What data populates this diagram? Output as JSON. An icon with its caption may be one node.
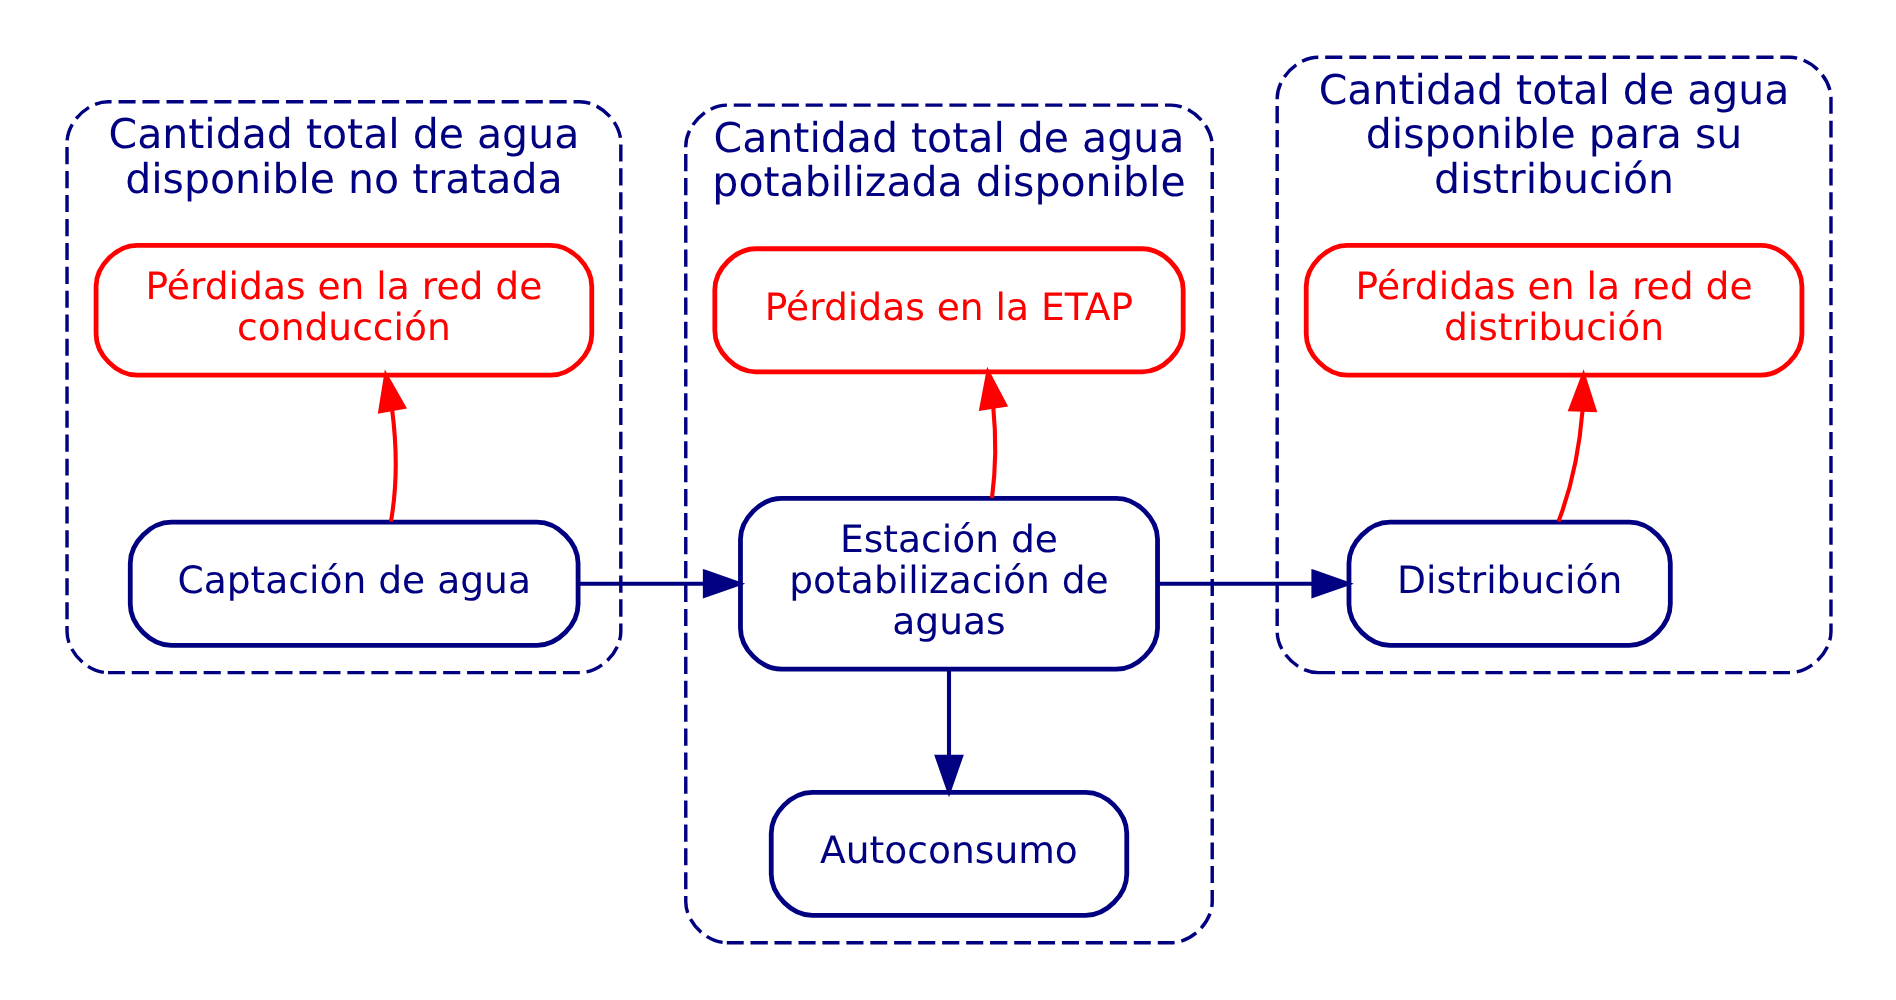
{
  "diagram": {
    "nodes": [
      {
        "text": [
          "Cantidad total de agua disponible no tratada"
        ]
      },
      {
        "text": [
          "Pérdidas en la red de conducción"
        ],
        "in": 0
      },
      {
        "text": [
          "Captación de agua"
        ],
        "in": 0
      },
      {
        "text": [
          "Cantidad total de agua potabilizada disponible"
        ]
      },
      {
        "text": [
          "Pérdidas en la ETAP"
        ],
        "in": 3
      },
      {
        "text": [
          "Estación de potabilización de aguas"
        ],
        "in": 3
      },
      {
        "text": [
          "Autoconsumo"
        ],
        "in": 3
      },
      {
        "text": [
          "Cantidad total de agua disponible para su distribución"
        ]
      },
      {
        "text": [
          "Pérdidas en la red de distribución"
        ],
        "in": 7
      },
      {
        "text": [
          "Distribución"
        ],
        "in": 7
      }
    ],
    "edges": [
      {
        "from": 2,
        "to": 1,
        "arrow": "to",
        "color": "#ff0000"
      },
      {
        "from": 2,
        "to": 5,
        "arrow": "to",
        "color": "#000080"
      },
      {
        "from": 5,
        "to": 4,
        "arrow": "to",
        "color": "#ff0000"
      },
      {
        "from": 5,
        "to": 6,
        "arrow": "to",
        "color": "#000080"
      },
      {
        "from": 5,
        "to": 9,
        "arrow": "to",
        "color": "#000080"
      },
      {
        "from": 9,
        "to": 8,
        "arrow": "to",
        "color": "#ff0000"
      }
    ]
  }
}
